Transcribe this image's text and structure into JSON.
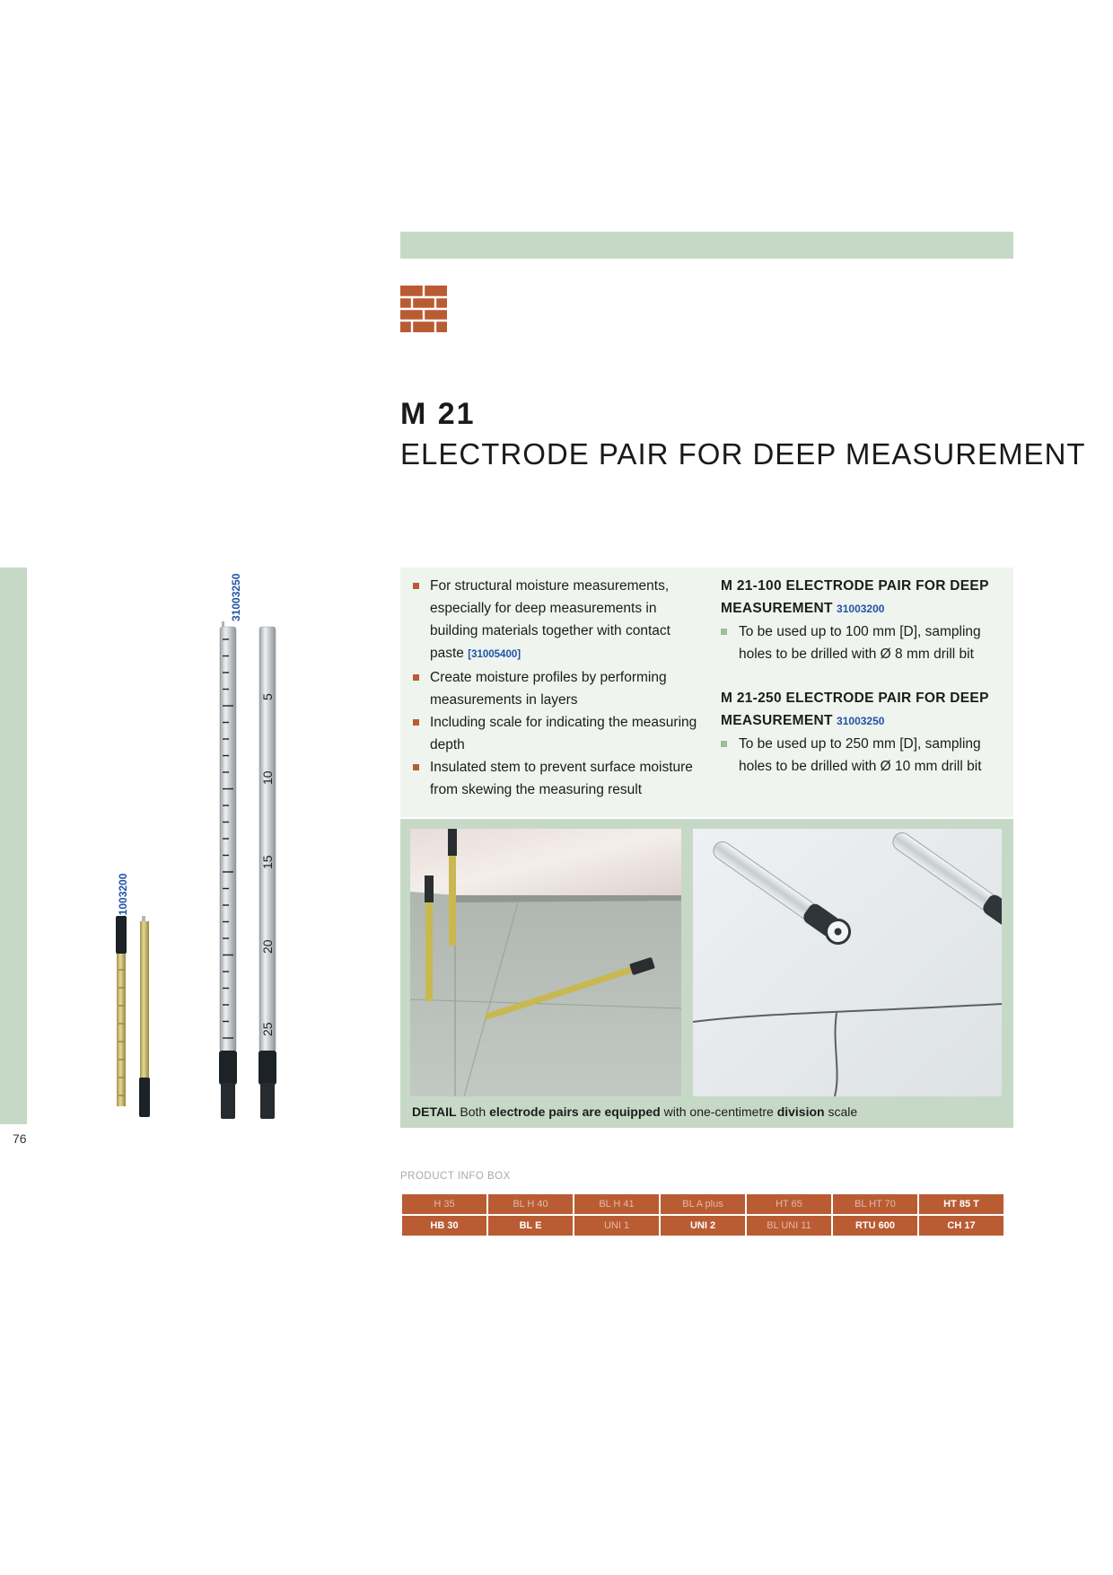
{
  "page_number": "76",
  "header": {
    "product_code": "M 21",
    "product_title": "ELECTRODE PAIR FOR DEEP MEASUREMENT"
  },
  "images": {
    "article_number_long": "31003250",
    "article_number_short": "31003200",
    "scale_labels": [
      "5",
      "10",
      "15",
      "20",
      "25"
    ]
  },
  "features": {
    "items": [
      {
        "text": "For structural moisture measurements, especially for deep measurements in building materials together with contact paste",
        "code": "[31005400]"
      },
      {
        "text": "Create moisture profiles by performing measurements in layers"
      },
      {
        "text": "Including scale for indicating the measuring depth"
      },
      {
        "text": "Insulated stem to prevent surface moisture from skewing the measuring result"
      }
    ]
  },
  "variants": [
    {
      "title": "M 21-100 ELECTRODE PAIR FOR DEEP MEASUREMENT",
      "code": "31003200",
      "desc": "To be used up to 100 mm [D], sampling holes to be drilled with Ø 8 mm drill bit"
    },
    {
      "title": "M 21-250 ELECTRODE PAIR FOR DEEP MEASUREMENT",
      "code": "31003250",
      "desc": "To be used up to 250 mm [D], sampling holes to be drilled with Ø 10 mm drill bit"
    }
  ],
  "detail": {
    "label": "DETAIL",
    "w1": "Both",
    "w2": "electrode pairs are equipped",
    "w3": "with one-centimetre",
    "w4": "division",
    "w5": "scale"
  },
  "info_box": {
    "label": "PRODUCT INFO BOX",
    "row1": [
      "H 35",
      "BL H 40",
      "BL H 41",
      "BL A plus",
      "HT 65",
      "BL HT 70",
      "HT 85 T"
    ],
    "row2": [
      "HB 30",
      "BL E",
      "UNI 1",
      "UNI 2",
      "BL UNI 11",
      "RTU 600",
      "CH 17"
    ]
  },
  "colors": {
    "band_green": "#c6d9c6",
    "panel_light": "#eff4ef",
    "accent_brick": "#b95c33",
    "code_blue": "#2153a5"
  }
}
